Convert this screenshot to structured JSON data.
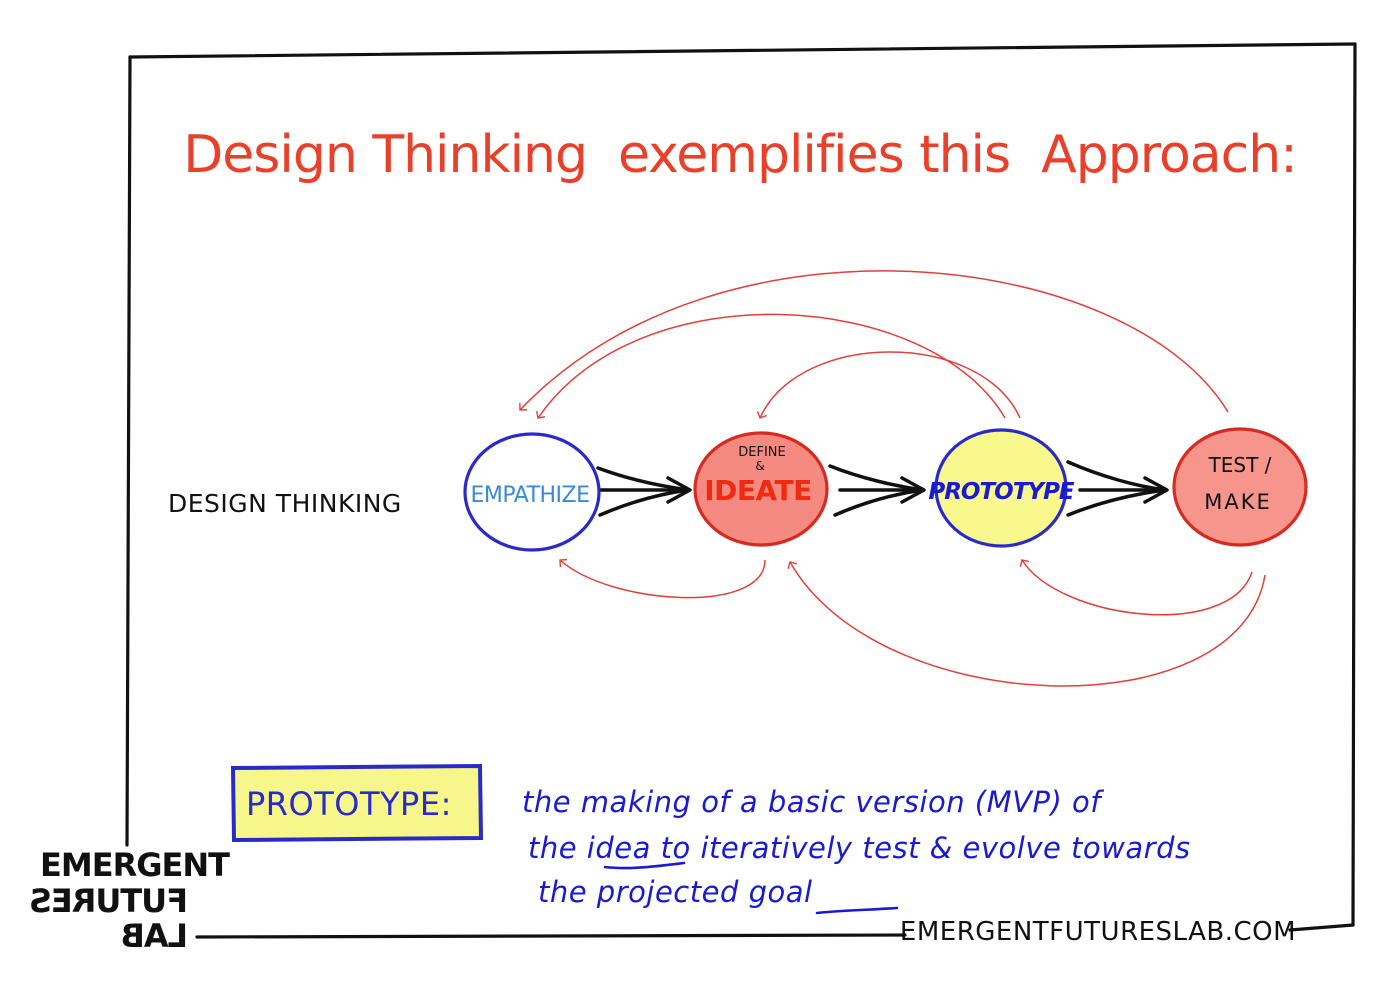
{
  "title": "Design Thinking  exemplifies this  Approach:",
  "row_label": "DESIGN THINKING",
  "nodes": {
    "empathize": {
      "label": "EMPATHIZE"
    },
    "ideate": {
      "small_label_top": "DEFINE",
      "small_label_mid": "&",
      "label": "IDEATE"
    },
    "prototype": {
      "label": "PROTOTYPE"
    },
    "test": {
      "label_line1": "TEST /",
      "label_line2": "MAKE"
    }
  },
  "definition": {
    "term": "PROTOTYPE:",
    "line1": "the making of a basic version (MVP) of",
    "line2": "the idea to iteratively test & evolve towards",
    "line3": "the projected goal"
  },
  "logo": {
    "line1": "EMERGENT",
    "line2": "FUTURES",
    "line3": "LAB"
  },
  "footer_url": "EMERGENTFUTURESLAB.COM",
  "colors": {
    "title_red": "#e8402a",
    "arrow_red": "#e0403a",
    "blue": "#2a2ac8",
    "empathize_text": "#3a8ad8",
    "ideate_fill": "#f58a80",
    "ideate_stroke": "#d82a20",
    "ideate_text": "#ee2a10",
    "prototype_fill": "#f8f88c",
    "prototype_text": "#1a1ad0",
    "test_fill": "#f5958c",
    "test_stroke": "#d82a20",
    "term_fill": "#f6f68a",
    "ink": "#111111"
  }
}
